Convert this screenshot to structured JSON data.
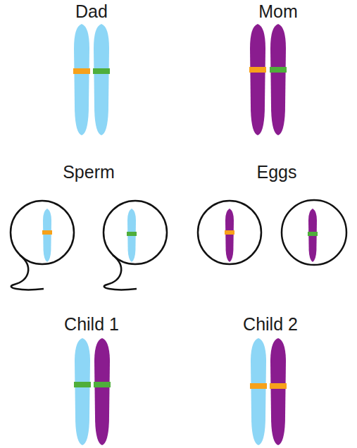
{
  "diagram": {
    "labels": [
      "Dad",
      "Mom",
      "Sperm",
      "Eggs",
      "Child 1",
      "Child 2"
    ]
  }
}
